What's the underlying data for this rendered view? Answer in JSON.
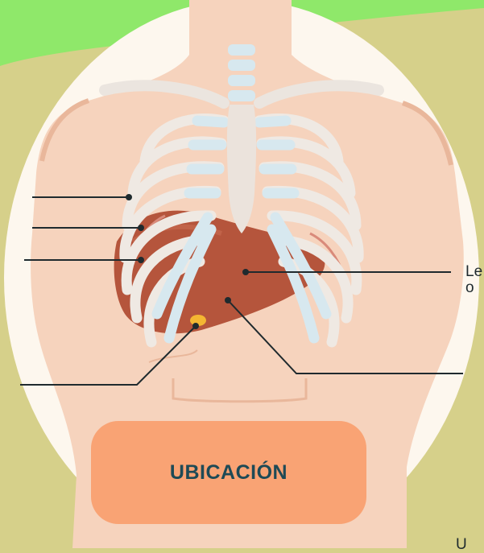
{
  "title": "UBICACIÓN",
  "labels": {
    "right_main": "Le",
    "right_main_line2": "o",
    "bottom_right_fragment": "U"
  },
  "colors": {
    "background": "#d6d08a",
    "banner": "#8fe86a",
    "oval": "#fdf7ee",
    "skin": "#f6d3bd",
    "liver": "#b5553c",
    "gallbladder": "#f4b632",
    "bone": "#efe9e3",
    "cartilage": "#d7e8ef",
    "pill": "#f9a374",
    "title_text": "#1e4a56"
  }
}
